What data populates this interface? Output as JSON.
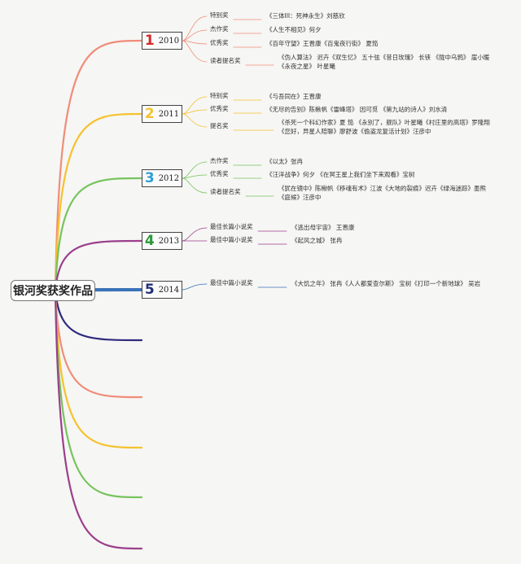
{
  "root": "银河奖获奖作品",
  "branches": [
    {
      "num": "1",
      "year": "2010",
      "color": "#f08c78",
      "num_color": "#d42a2a",
      "items": [
        {
          "label": "特别奖",
          "lines": [
            "《三体III：死神永生》刘慈欣"
          ]
        },
        {
          "label": "杰作奖",
          "lines": [
            "《人生不相见》何夕"
          ]
        },
        {
          "label": "优秀奖",
          "lines": [
            "《百年守望》王晋康《百鬼夜行街》 夏笳"
          ]
        },
        {
          "label": "读者提名奖",
          "lines": [
            "《伪人算法》 迟卉《双生忆》 五十弦《昔日玫瑰》 长铗 《陇中乌鸦》 崖小暖",
            "《永夜之星》 叶星曦"
          ]
        }
      ]
    },
    {
      "num": "2",
      "year": "2011",
      "color": "#f5c22e",
      "num_color": "#f5c22e",
      "items": [
        {
          "label": "特别奖",
          "lines": [
            "《与吾同在》王晋康"
          ]
        },
        {
          "label": "优秀奖",
          "lines": [
            "《无尽的告别》陈楸帆《雷峰塔》 因可觅 《第九站的诗人》刘水清"
          ]
        },
        {
          "label": "提名奖",
          "lines": [
            "《杀死一个科幻作家》夏 笳 《永别了，舰队》叶星曦《村庄里的高塔》罗隆翔",
            "《您好，异星人陪聊》廖舒波《偷盗龙复活计划》汪彦中"
          ]
        }
      ]
    },
    {
      "num": "3",
      "year": "2012",
      "color": "#77c45c",
      "num_color": "#2f9fd6",
      "items": [
        {
          "label": "杰作奖",
          "lines": [
            "《以太》张冉"
          ]
        },
        {
          "label": "优秀奖",
          "lines": [
            "《汪洋战争》何夕 《在冥王星上我们坐下来观看》宝树"
          ]
        },
        {
          "label": "读者提名奖",
          "lines": [
            "《犹在镜中》陈楸帆《移魂有术》江波《大地的裂痕》迟卉《绿海迷踪》墨熊",
            "《庭候》汪彦中"
          ]
        }
      ]
    },
    {
      "num": "4",
      "year": "2013",
      "color": "#9b3f8c",
      "num_color": "#2a9a3a",
      "items": [
        {
          "label": "最佳长篇小说奖",
          "lines": [
            "《逃出母宇宙》 王晋康"
          ]
        },
        {
          "label": "最佳中篇小说奖",
          "lines": [
            "《起风之城》 张冉"
          ]
        }
      ]
    },
    {
      "num": "5",
      "year": "2014",
      "color": "#3a72b8",
      "num_color": "#1f2d78",
      "items": [
        {
          "label": "最佳中篇小说奖",
          "lines": [
            "《大饥之年》 张冉《人人都爱查尔斯》 宝树《打印一个新地球》 吴岩"
          ]
        }
      ]
    }
  ],
  "empty_branches": [
    {
      "color": "#2e2a7e"
    },
    {
      "color": "#f08c78"
    },
    {
      "color": "#f5c22e"
    },
    {
      "color": "#77c45c"
    },
    {
      "color": "#9b3f8c"
    }
  ]
}
